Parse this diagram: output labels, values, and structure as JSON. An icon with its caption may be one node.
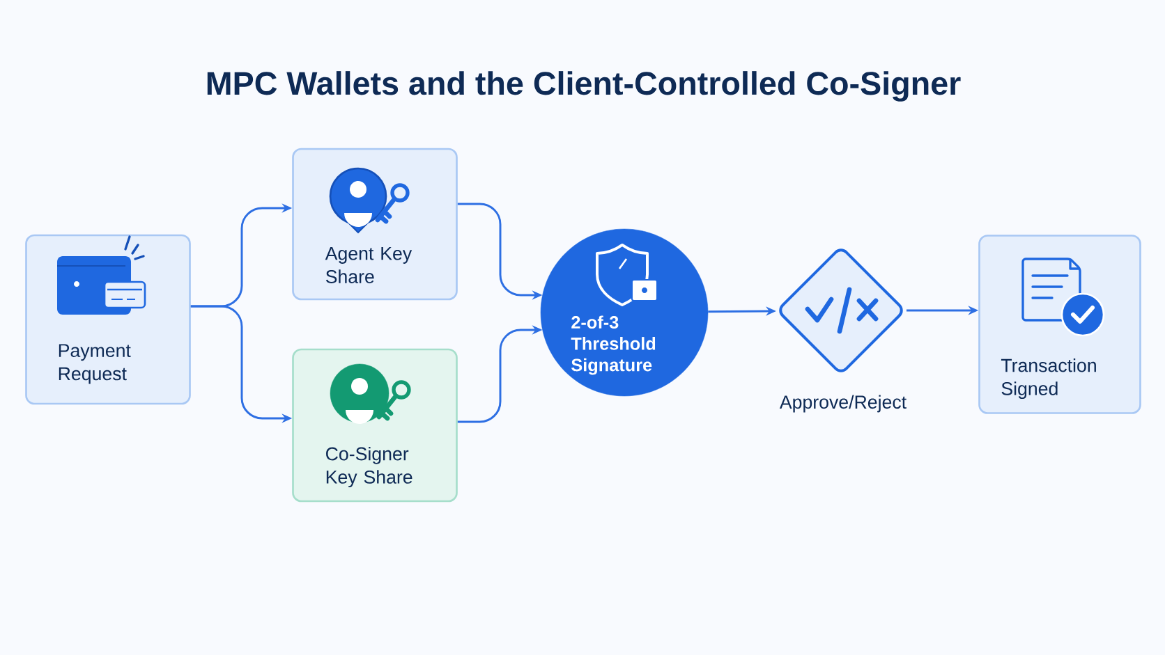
{
  "diagram": {
    "title": "MPC Wallets and the Client-Controlled Co-Signer",
    "nodes": [
      {
        "text": [
          "Payment Request"
        ]
      },
      {
        "text": [
          "Agent Key Share"
        ]
      },
      {
        "text": [
          "Co-Signer Key Share"
        ]
      },
      {
        "text": [
          "2-of-3 Threshold Signature"
        ]
      },
      {
        "text": [],
        "shape": "diamond",
        "beside": [
          "Approve/Reject"
        ]
      },
      {
        "text": [
          "Transaction Signed"
        ]
      }
    ],
    "edges": [
      {
        "from": 0,
        "to": 1,
        "arrow": "to"
      },
      {
        "from": 0,
        "to": 2,
        "arrow": "to"
      },
      {
        "from": 1,
        "to": 3,
        "arrow": "to"
      },
      {
        "from": 2,
        "to": 3,
        "arrow": "to"
      },
      {
        "from": 3,
        "to": 4,
        "arrow": "to"
      },
      {
        "from": 4,
        "to": 5,
        "arrow": "to"
      }
    ]
  }
}
